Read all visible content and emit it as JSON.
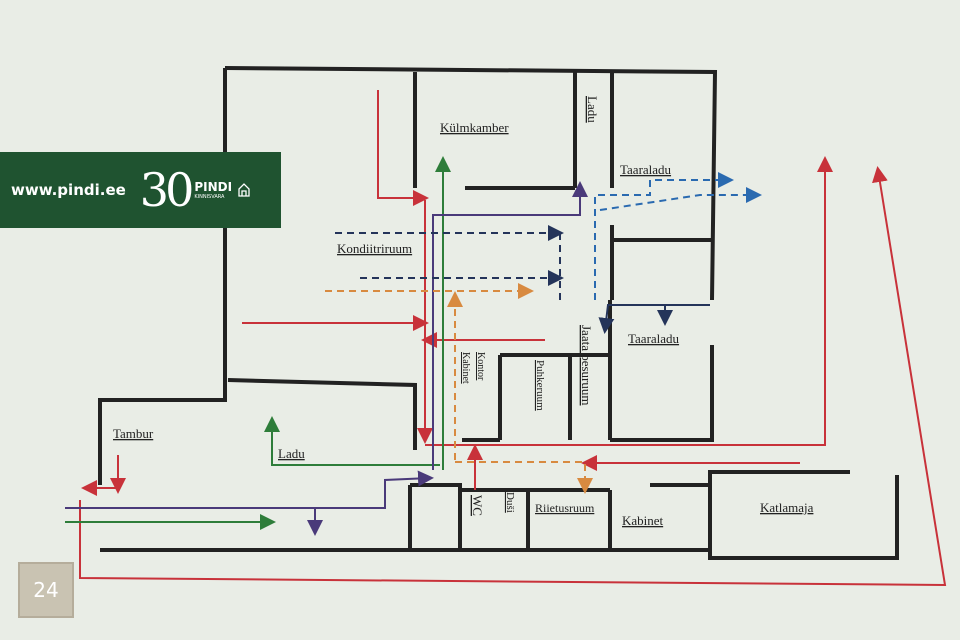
{
  "rooms": {
    "kulmkamber": "Külmkamber",
    "ladu_top": "Ladu",
    "taaraladu_top": "Taaraladu",
    "kondiitriruum": "Kondiitriruum",
    "taaraladu_mid": "Taaraladu",
    "jaata_pesuruum": "Jaata pesuruum",
    "kontor": "Kontor",
    "kabinet_v": "Kabinet",
    "puhkeruum": "Puhkeruum",
    "tambur": "Tambur",
    "ladu_low": "Ladu",
    "wc": "WC",
    "dusi": "Duši",
    "riietusruum": "Riietusruum",
    "kabinet": "Kabinet",
    "katlamaja": "Katlamaja"
  },
  "banner": {
    "url": "www.pindi.ee",
    "anniversary": "30",
    "brand": "PINDI",
    "subbrand": "KINNISVARA"
  },
  "page_number": "24",
  "colors": {
    "wall": "#222222",
    "red": "#c8323a",
    "green": "#2e7d3a",
    "purple": "#4a3a7a",
    "navy": "#24345a",
    "blue": "#2a6ab0",
    "orange": "#d88a40",
    "banner": "#1f5330"
  }
}
